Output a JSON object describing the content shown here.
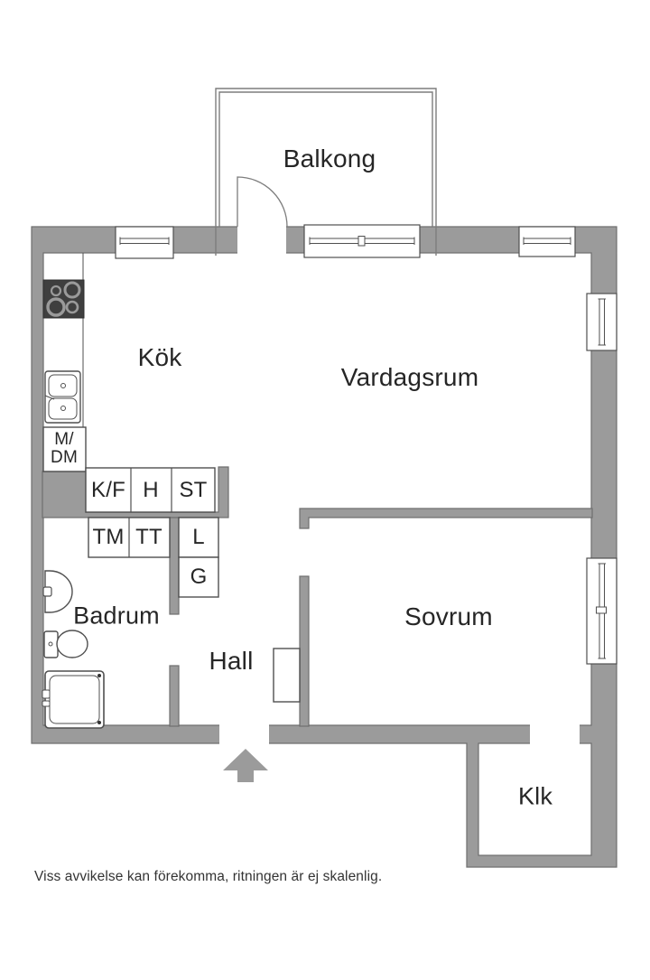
{
  "floor_plan": {
    "rooms": {
      "balcony": "Balkong",
      "kitchen": "Kök",
      "living_room": "Vardagsrum",
      "bedroom": "Sovrum",
      "bathroom": "Badrum",
      "hall": "Hall",
      "closet": "Klk"
    },
    "fixtures": {
      "dishwasher_line1": "M/",
      "dishwasher_line2": "DM",
      "fridge_freezer": "K/F",
      "cabinet_h": "H",
      "cleaning_closet": "ST",
      "washing_machine": "TM",
      "dryer": "TT",
      "linen_closet": "L",
      "wardrobe": "G"
    },
    "disclaimer": "Viss avvikelse kan förekomma, ritningen är ej skalenlig.",
    "colors": {
      "wall": "#9b9b9b",
      "wall_outline": "#6f6f6f",
      "fixture_line": "#4f4f4f",
      "stove": "#3f3f3f",
      "text": "#262626",
      "background": "#ffffff"
    }
  }
}
